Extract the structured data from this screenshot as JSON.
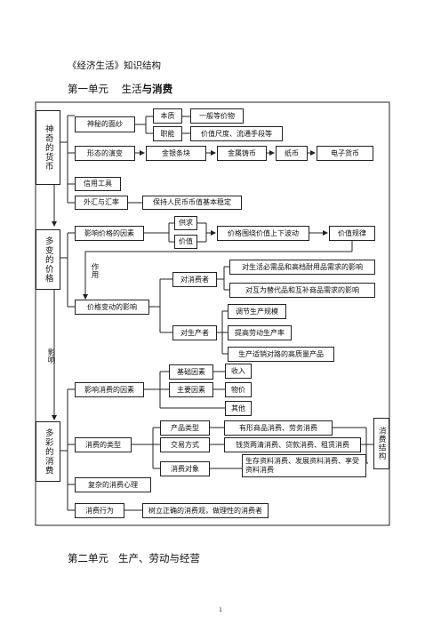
{
  "title": "《经济生活》知识结构",
  "unit1": {
    "label": "第一单元",
    "name_a": "生活",
    "name_b": "与消费"
  },
  "unit2": {
    "label": "第二单元",
    "name": "生产、劳动与经营"
  },
  "page_number": "1",
  "lesson1": {
    "title": "神奇的货币",
    "mystery": "神秘的面纱",
    "essence": "本质",
    "essence_val": "一般等价物",
    "function": "职能",
    "function_val": "价值尺度、流通手段等",
    "forms": "形态的演变",
    "form1": "金银条块",
    "form2": "金属铸币",
    "form3": "纸币",
    "form4": "电子货币",
    "credit": "信用工具",
    "fx": "外汇与汇率",
    "fx_val": "保持人民币币值基本稳定"
  },
  "lesson2": {
    "title": "多变的价格",
    "factors": "影响价格的因素",
    "supply": "供求",
    "value": "价值",
    "fluct": "价格围绕价值上下波动",
    "law": "价值规律",
    "action": "作用",
    "impact": "价格变动的影响",
    "consumer": "对消费者",
    "c1": "对生活必需品和高档耐用品需求的影响",
    "c2": "对互为替代品和互补商品需求的影响",
    "producer": "对生产者",
    "p1": "调节生产规模",
    "p2": "提高劳动生产率",
    "p3": "生产适销对路的高质量产品"
  },
  "influence": "影响",
  "lesson3": {
    "title": "多彩的消费",
    "factors": "影响消费的因素",
    "basic": "基础因素",
    "income": "收入",
    "main": "主要因素",
    "price": "物价",
    "other": "其他",
    "types": "消费的类型",
    "product_type": "产品类型",
    "pt_val": "有形商品消费、劳务消费",
    "trade": "交易方式",
    "trade_val": "钱货两清消费、贷款消费、租赁消费",
    "object": "消费对象",
    "object_val": "生存资料消费、发展资料消费、享受资料消费",
    "structure": "消费结构",
    "psych": "复杂的消费心理",
    "behavior": "消费行为",
    "behavior_val": "树立正确的消费观，做理性的消费者"
  }
}
